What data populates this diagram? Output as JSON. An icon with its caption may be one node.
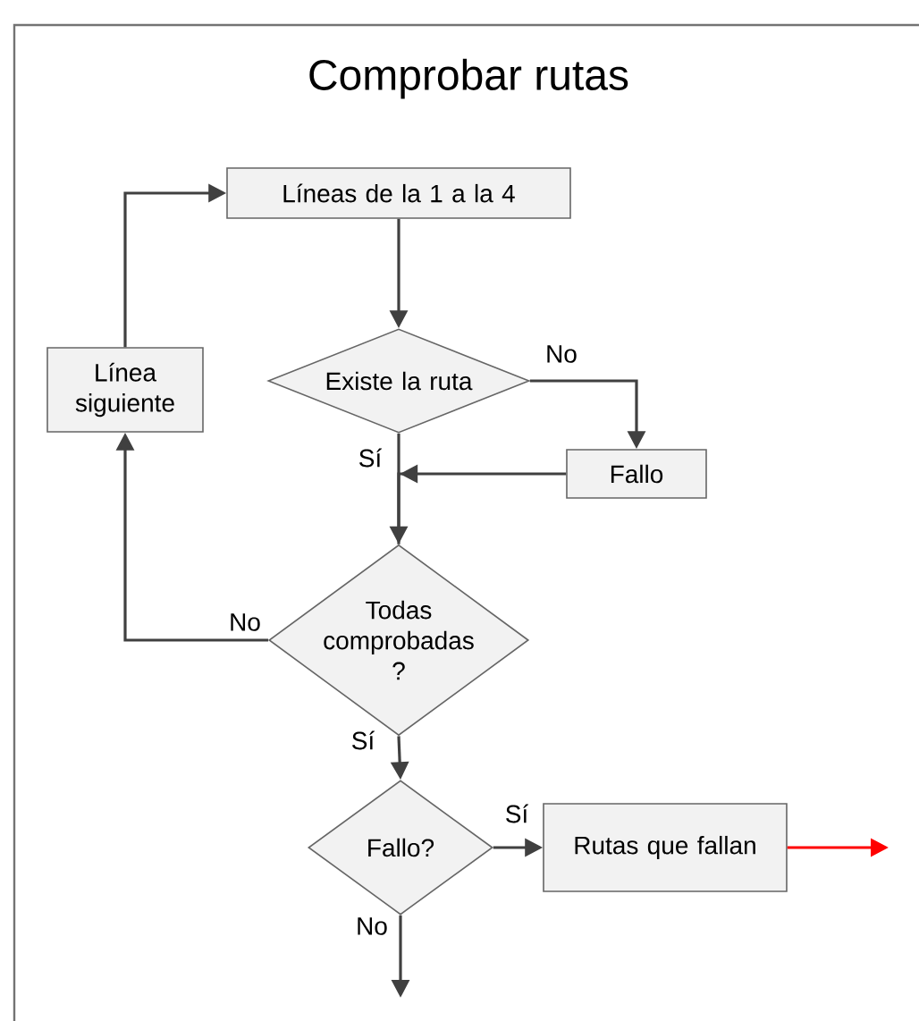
{
  "diagram": {
    "title": "Comprobar rutas",
    "nodes": [
      {
        "text": [
          "Líneas de la 1 a la 4"
        ]
      },
      {
        "text": [
          "Existe la ruta"
        ]
      },
      {
        "text": [
          "Fallo"
        ]
      },
      {
        "text": [
          "Línea siguiente"
        ]
      },
      {
        "text": [
          "Todas comprobadas ?"
        ]
      },
      {
        "text": [
          "Fallo?"
        ]
      },
      {
        "text": [
          "Rutas que fallan"
        ]
      }
    ],
    "edges": [
      {
        "from": 0,
        "to": 1,
        "arrow": "to"
      },
      {
        "from": 1,
        "to": 2,
        "arrow": "to",
        "label": "No"
      },
      {
        "from": 1,
        "to": 4,
        "arrow": "to",
        "label": "Sí"
      },
      {
        "from": 2,
        "to": 4,
        "arrow": "to"
      },
      {
        "from": 4,
        "to": 3,
        "arrow": "to",
        "label": "No"
      },
      {
        "from": 3,
        "to": 0,
        "arrow": "to"
      },
      {
        "from": 4,
        "to": 5,
        "arrow": "to",
        "label": "Sí"
      },
      {
        "from": 5,
        "to": 6,
        "arrow": "to",
        "label": "Sí"
      },
      {
        "from": 5,
        "to": null,
        "arrow": "to",
        "label": "No"
      },
      {
        "from": 6,
        "to": null,
        "arrow": "to",
        "color": "#ff0000"
      }
    ]
  }
}
